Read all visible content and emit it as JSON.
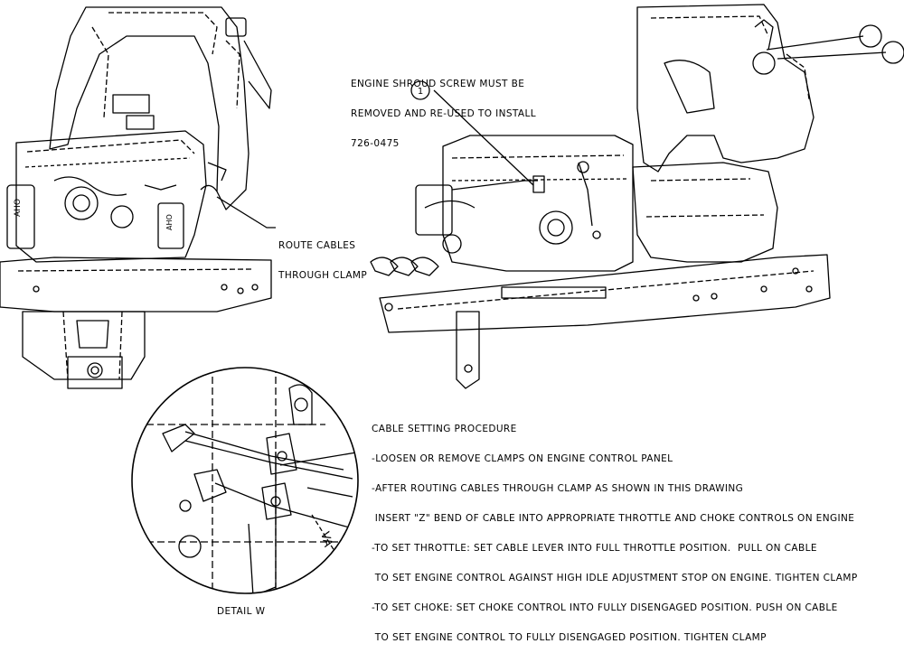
{
  "notes": {
    "shroud": [
      "ENGINE SHROUD SCREW MUST BE",
      "REMOVED AND RE-USED TO INSTALL",
      "726-0475"
    ],
    "route": [
      "ROUTE CABLES",
      "THROUGH CLAMP"
    ],
    "procedure": [
      "CABLE SETTING PROCEDURE",
      "-LOOSEN OR REMOVE CLAMPS ON ENGINE CONTROL PANEL",
      "-AFTER ROUTING CABLES THROUGH CLAMP AS SHOWN IN THIS DRAWING",
      " INSERT \"Z\" BEND OF CABLE INTO APPROPRIATE THROTTLE AND CHOKE CONTROLS ON ENGINE",
      "-TO SET THROTTLE: SET CABLE LEVER INTO FULL THROTTLE POSITION.  PULL ON CABLE",
      " TO SET ENGINE CONTROL AGAINST HIGH IDLE ADJUSTMENT STOP ON ENGINE. TIGHTEN CLAMP",
      "-TO SET CHOKE: SET CHOKE CONTROL INTO FULLY DISENGAGED POSITION. PUSH ON CABLE",
      " TO SET ENGINE CONTROL TO FULLY DISENGAGED POSITION. TIGHTEN CLAMP"
    ],
    "detail": "DETAIL W"
  },
  "callouts": {
    "c1": "1"
  }
}
